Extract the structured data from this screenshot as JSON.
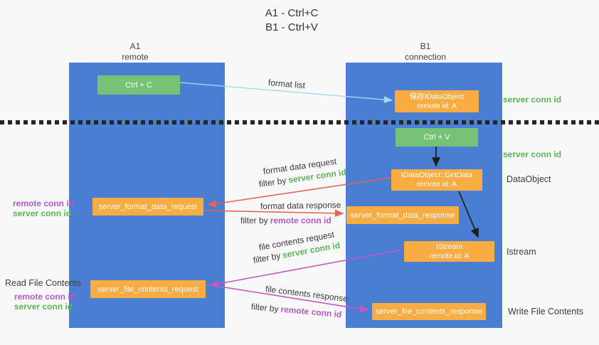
{
  "title": {
    "line1": "A1 - Ctrl+C",
    "line2": "B1 - Ctrl+V"
  },
  "lanes": {
    "a": {
      "name": "A1",
      "role": "remote"
    },
    "b": {
      "name": "B1",
      "role": "connection"
    }
  },
  "nodes": {
    "ctrl_c": {
      "label": "Ctrl + C"
    },
    "save_dataobject": {
      "line1": "保存IDataObject",
      "line2": "remote id: A"
    },
    "ctrl_v": {
      "label": "Ctrl + V"
    },
    "getdata": {
      "line1": "IDataObject::GetData",
      "line2": "remote id: A"
    },
    "format_request": {
      "label": "server_format_data_request"
    },
    "format_response": {
      "label": "server_format_data_response"
    },
    "istream": {
      "line1": "IStream",
      "line2": "remote id: A"
    },
    "file_request": {
      "label": "server_file_contents_request"
    },
    "file_response": {
      "label": "server_file_contents_response"
    }
  },
  "flow_labels": {
    "format_list": "format list",
    "format_data_request": "format data request",
    "format_data_response": "format data response",
    "file_contents_request": "file contents request",
    "file_contents_response": "file contents response",
    "filter_by": "filter by",
    "server_conn_id": "server conn id",
    "remote_conn_id": "remote conn id"
  },
  "side_labels": {
    "server_conn_id_top": "server conn id",
    "server_conn_id_mid": "server conn id",
    "dataobject": "DataObject",
    "istream": "Istream",
    "write_file_contents": "Write File Contents",
    "read_file_contents": "Read File Contents",
    "left_pair1": {
      "remote": "remote conn id",
      "server": "server conn id"
    },
    "left_pair2": {
      "remote": "remote conn id",
      "server": "server conn id"
    }
  },
  "colors": {
    "lane_blue": "#4a7ed3",
    "box_green": "#76c276",
    "box_orange": "#f9ac41",
    "accent_green": "#58b658",
    "accent_purple": "#b25cc9",
    "arrow_red": "#ea6157",
    "arrow_magenta": "#c558c0",
    "arrow_light_blue": "#a9d7f2",
    "arrow_black": "#1f1f1f",
    "background": "#f8f8f8"
  }
}
